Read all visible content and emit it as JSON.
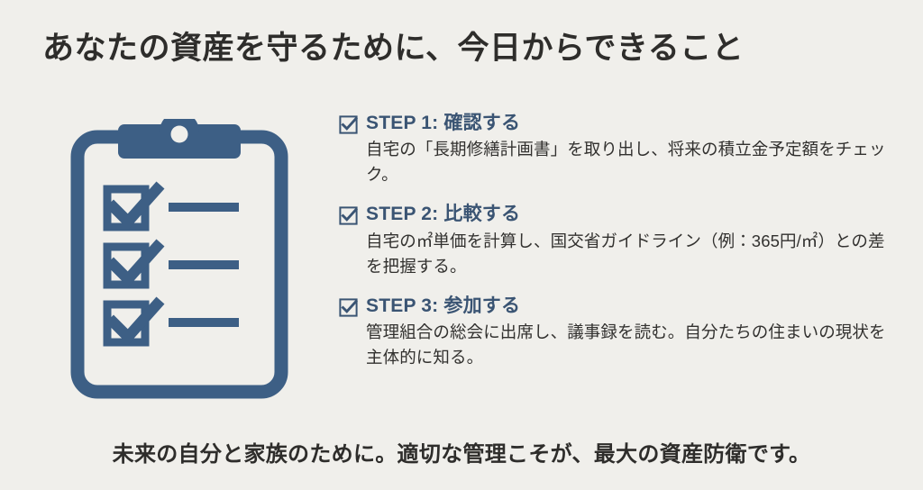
{
  "theme": {
    "background": "#f0efeb",
    "accent_blue": "#3d5f85",
    "step_title_color": "#3a5473",
    "heading_color": "#2e2d2b",
    "body_color": "#32312f"
  },
  "heading": {
    "title": "あなたの資産を守るために、今日からできること"
  },
  "illustration": {
    "name": "clipboard-checklist-icon",
    "checkbox_count": 3,
    "line_count": 3,
    "color": "#3d5f85"
  },
  "steps": [
    {
      "icon": "checked-checkbox-icon",
      "title": "STEP 1: 確認する",
      "body": "自宅の「長期修繕計画書」を取り出し、将来の積立金予定額をチェック。"
    },
    {
      "icon": "checked-checkbox-icon",
      "title": "STEP 2: 比較する",
      "body": "自宅の㎡単価を計算し、国交省ガイドライン（例：365円/㎡）との差を把握する。"
    },
    {
      "icon": "checked-checkbox-icon",
      "title": "STEP 3: 参加する",
      "body": "管理組合の総会に出席し、議事録を読む。自分たちの住まいの現状を主体的に知る。"
    }
  ],
  "footer": {
    "text": "未来の自分と家族のために。適切な管理こそが、最大の資産防衛です。"
  }
}
